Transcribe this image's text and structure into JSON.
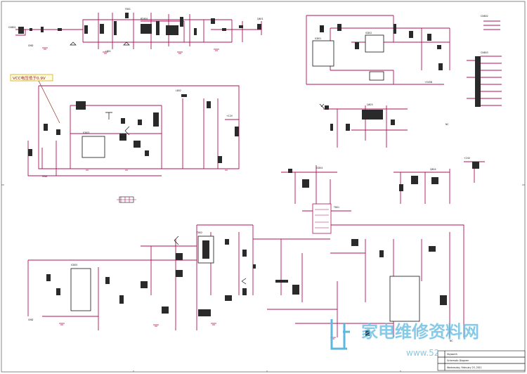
{
  "annotation": "VCC电压低于0.9V",
  "labels": {
    "conn_left": "CN801",
    "ic_aux": "IC801",
    "ic_pfc": "IC802",
    "ic_mid": "IC803",
    "ic_right": "IC804",
    "ic_dc": "IC805",
    "t_main": "T801",
    "t_aux": "T802",
    "d_bridge": "BD801",
    "out_conn": "CN802",
    "out_conn2": "CN803",
    "q1": "Q801",
    "q2": "Q802",
    "q3": "Q803",
    "q4": "Q804",
    "l_pfc": "L801",
    "l_out": "L802",
    "fuse": "F801",
    "nc1": "NC",
    "nc2": "NC",
    "vout": "+12V",
    "vout2": "+24V",
    "vstb": "+5VSB",
    "gnd": "GND"
  },
  "title_block": {
    "company": "Skyworth",
    "sheet_note": "Schematic Diagram",
    "date": "Wednesday, February 23, 2011"
  },
  "watermark": {
    "cn": "家电维修资料网",
    "url": "www.52"
  },
  "colors": {
    "wire": "#b0105a",
    "annotation_border": "#d4b000",
    "watermark": "#5db8df"
  }
}
